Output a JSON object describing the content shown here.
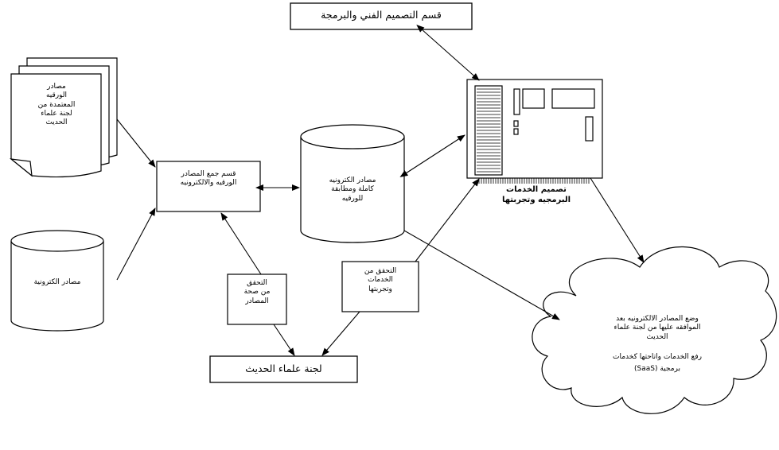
{
  "nodes": {
    "design_dept": "قسم التصميم الفني والبرمجة",
    "paper_sources": [
      "مصادر",
      "الورقيه",
      "المعتمدة من",
      "لجنة علماء",
      "الحديث"
    ],
    "electronic_sources": "مصادر الكترونية",
    "collection_dept": [
      "قسم جمع المصادر",
      "الورقيه والالكترونيه"
    ],
    "complete_sources": [
      "مصادر الكترونيه",
      "كاملة ومطابقة",
      "للورقيه"
    ],
    "services_design": [
      "تصميم الخدمات",
      "البرمجيه وتجربتها"
    ],
    "verify_sources": [
      "التحقق",
      "من صحة",
      "المصادر"
    ],
    "verify_services": [
      "التحقق من",
      "الخدمات",
      "وتجربتها"
    ],
    "hadith_committee": "لجنة علماء الحديث",
    "cloud_line1": [
      "وضع المصادر الالكترونيه بعد",
      "الموافقه عليها من لجنة علماء",
      "الحديث"
    ],
    "cloud_line2": [
      "رفع الخدمات واتاحتها كخدمات",
      "برمجية (SaaS)"
    ]
  }
}
